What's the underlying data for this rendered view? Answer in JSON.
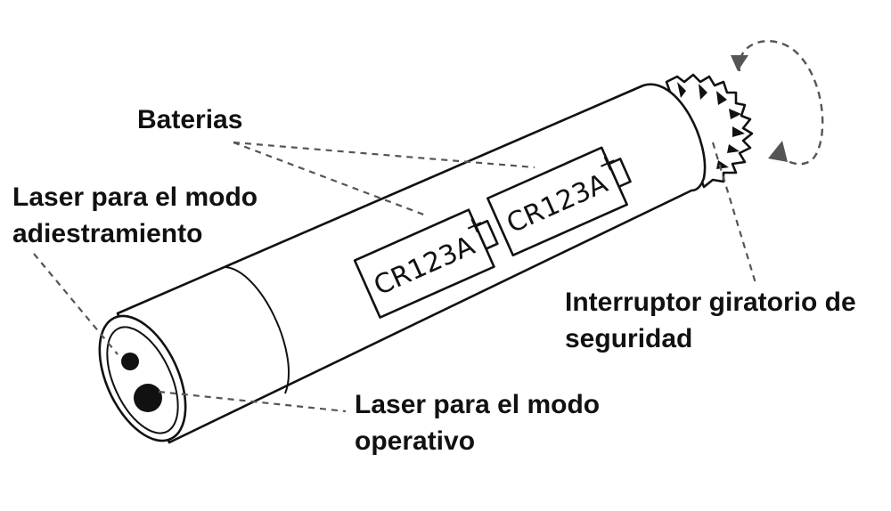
{
  "labels": {
    "batteries": "Baterias",
    "training_laser": [
      "Laser para el modo",
      "adiestramiento"
    ],
    "operative_laser": [
      "Laser para el modo",
      "operativo"
    ],
    "safety_switch": [
      "Interruptor giratorio de",
      "seguridad"
    ]
  },
  "batteries": [
    {
      "model": "CR123A",
      "polarity": "+"
    },
    {
      "model": "CR123A",
      "polarity": "+"
    }
  ],
  "colors": {
    "outline": "#111111",
    "leader": "#555555",
    "background": "#ffffff"
  }
}
